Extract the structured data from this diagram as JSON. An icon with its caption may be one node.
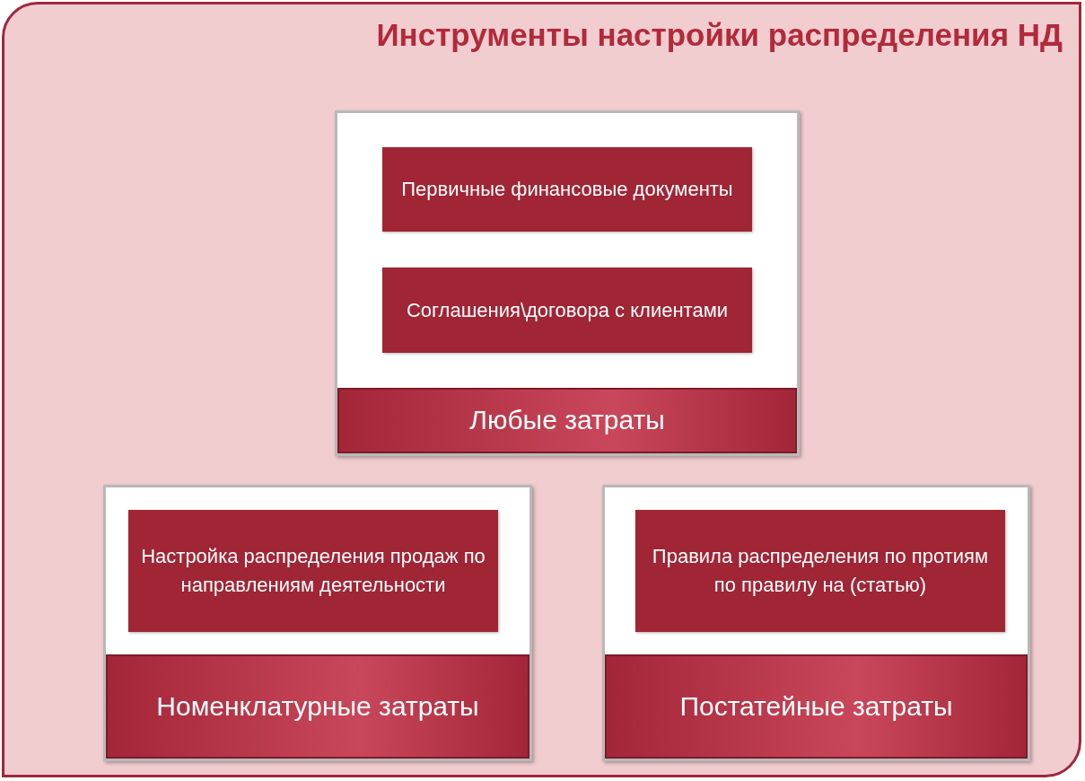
{
  "diagram": {
    "nodes": [
      {
        "text": [
          "Инструменты настройки распределения НД"
        ]
      },
      {
        "text": [
          "Любые затраты"
        ],
        "in": 0
      },
      {
        "text": [
          "Первичные финансовые документы"
        ],
        "in": 1
      },
      {
        "text": [
          "Соглашения\\договора с клиентами"
        ],
        "in": 1
      },
      {
        "text": [
          "Номенклатурные затраты"
        ],
        "in": 0
      },
      {
        "text": [
          "Настройка распределения продаж по направлениям деятельности"
        ],
        "in": 4
      },
      {
        "text": [
          "Постатейные затраты"
        ],
        "in": 0
      },
      {
        "text": [
          "Правила распределения по протиям по правилу на (статью)"
        ],
        "in": 6
      }
    ],
    "edges": []
  }
}
